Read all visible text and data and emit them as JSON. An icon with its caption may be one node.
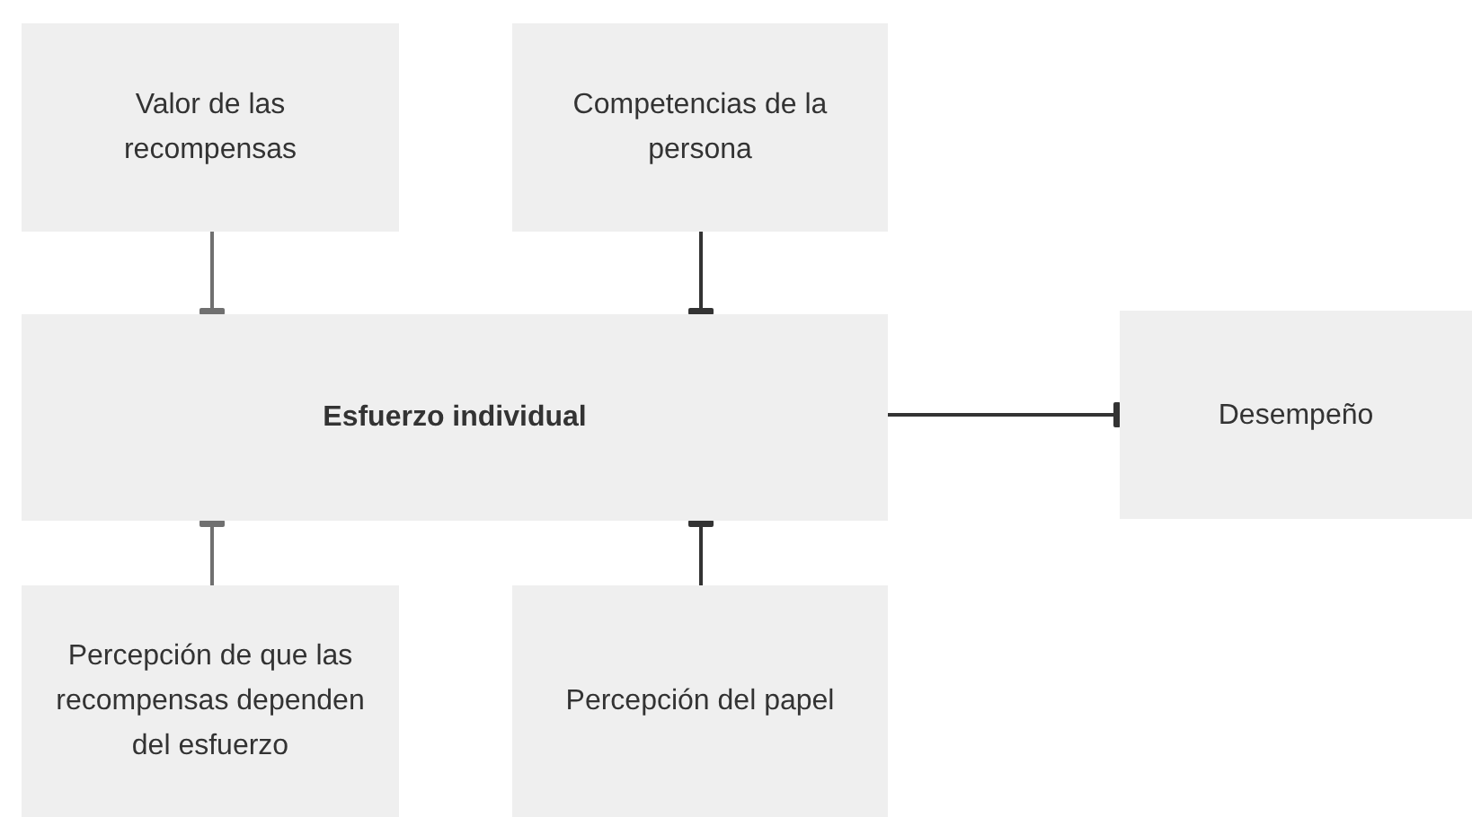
{
  "diagram": {
    "nodes": [
      {
        "text": [
          "Valor de las recompensas"
        ]
      },
      {
        "text": [
          "Competencias de la persona"
        ]
      },
      {
        "text": [
          "Esfuerzo individual"
        ]
      },
      {
        "text": [
          "Desempeño"
        ]
      },
      {
        "text": [
          "Percepción de que las recompensas dependen del esfuerzo"
        ]
      },
      {
        "text": [
          "Percepción del papel"
        ]
      }
    ],
    "edges": [
      {
        "from": 0,
        "to": 2,
        "arrow": "other",
        "color": "#707070"
      },
      {
        "from": 1,
        "to": 2,
        "arrow": "other"
      },
      {
        "from": 4,
        "to": 2,
        "arrow": "other",
        "color": "#707070"
      },
      {
        "from": 5,
        "to": 2,
        "arrow": "other"
      },
      {
        "from": 2,
        "to": 3,
        "arrow": "other"
      }
    ]
  }
}
